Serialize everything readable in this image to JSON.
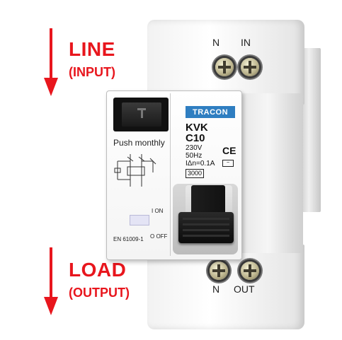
{
  "annotations": {
    "line_label": "LINE",
    "line_sub": "(INPUT)",
    "load_label": "LOAD",
    "load_sub": "(OUTPUT)",
    "color": "#e8161d"
  },
  "terminals": {
    "top_left": "N",
    "top_right": "IN",
    "bottom_left": "N",
    "bottom_right": "OUT"
  },
  "front_panel": {
    "test_text": "Push monthly",
    "on_label": "I ON",
    "off_label": "O OFF",
    "standard": "EN 61009-1"
  },
  "label": {
    "brand": "TRACON",
    "model": "KVK",
    "rating": "C10",
    "voltage": "230V",
    "frequency": "50Hz",
    "leakage": "IΔn=0.1A",
    "capacity": "3000",
    "ce": "CE",
    "brand_color": "#2f7ec1"
  },
  "icons": [
    "down-arrow-icon",
    "screw-terminal-icon",
    "circuit-schematic-icon",
    "toggle-lever"
  ]
}
